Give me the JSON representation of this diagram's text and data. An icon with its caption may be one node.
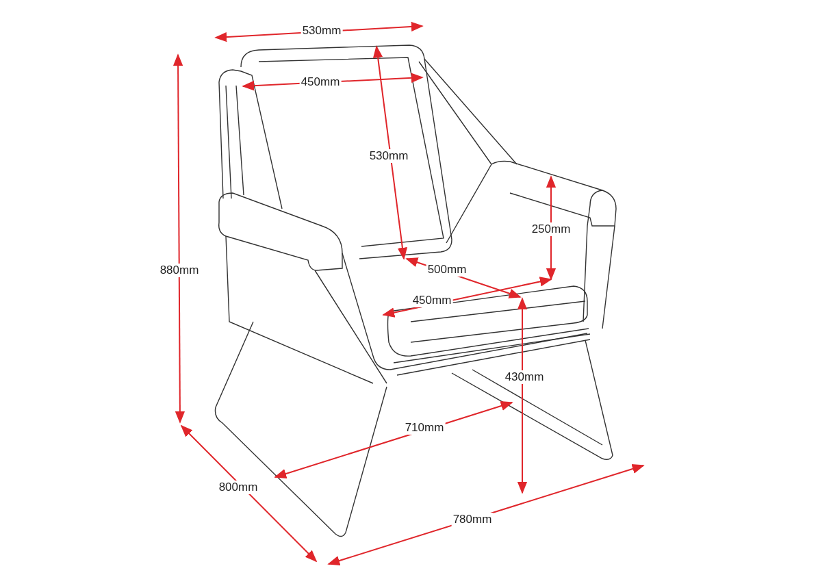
{
  "diagram": {
    "labels": [
      "530mm",
      "450mm",
      "530mm",
      "880mm",
      "250mm",
      "500mm",
      "450mm",
      "430mm",
      "710mm",
      "800mm",
      "780mm"
    ]
  }
}
